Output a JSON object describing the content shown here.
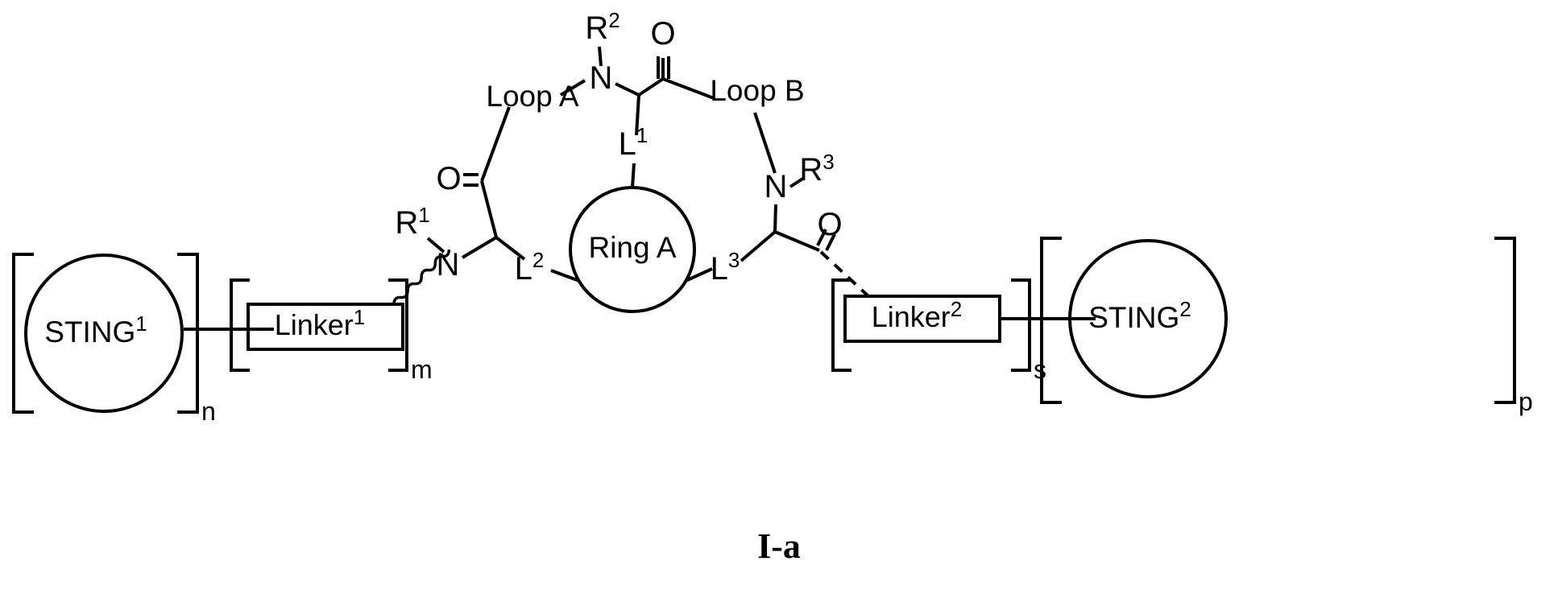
{
  "figure": {
    "caption": "I-a",
    "type": "chemical-structure-diagram",
    "subject": "Bivalent STING macrocyclic conjugate general formula"
  },
  "units": {
    "sting1": {
      "label": "STING",
      "superscript": "1",
      "shape": "circle"
    },
    "sting2": {
      "label": "STING",
      "superscript": "2",
      "shape": "circle"
    },
    "linker1": {
      "label": "Linker",
      "superscript": "1",
      "shape": "rectangle"
    },
    "linker2": {
      "label": "Linker",
      "superscript": "2",
      "shape": "rectangle"
    },
    "ring_a": {
      "label": "Ring A",
      "shape": "circle"
    }
  },
  "loops": {
    "loop_a": "Loop A",
    "loop_b": "Loop B"
  },
  "atoms": {
    "n1": {
      "label": "N"
    },
    "n2": {
      "label": "N"
    },
    "n3": {
      "label": "N"
    },
    "o1": {
      "label": "O"
    },
    "o2": {
      "label": "O"
    },
    "o3": {
      "label": "O"
    }
  },
  "substituents": {
    "r1": {
      "label": "R",
      "superscript": "1"
    },
    "r2": {
      "label": "R",
      "superscript": "2"
    },
    "r3": {
      "label": "R",
      "superscript": "3"
    }
  },
  "linkages": {
    "l1": {
      "label": "L",
      "superscript": "1"
    },
    "l2": {
      "label": "L",
      "superscript": "2"
    },
    "l3": {
      "label": "L",
      "superscript": "3"
    }
  },
  "bracket_subscripts": {
    "n": "n",
    "m": "m",
    "s": "s",
    "p": "p"
  },
  "colors": {
    "stroke": "#000000",
    "background": "#ffffff"
  }
}
